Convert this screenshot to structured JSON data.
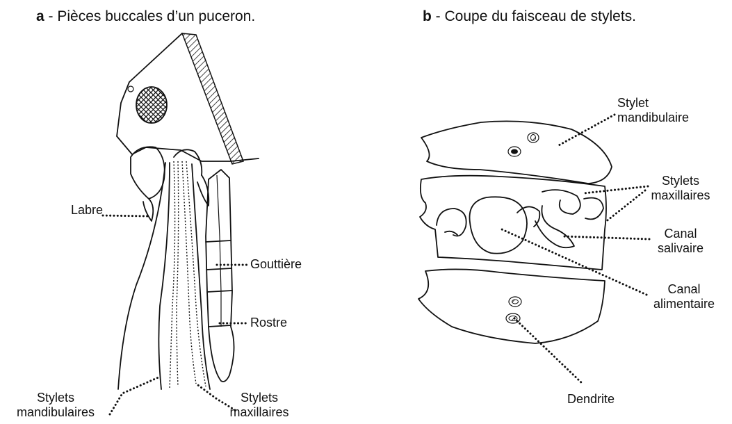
{
  "panel_a": {
    "letter": "a",
    "title": " - Pièces buccales d’un puceron.",
    "labels": {
      "labre": "Labre",
      "gouttiere": "Gouttière",
      "rostre": "Rostre",
      "stylets_mand_1": "Stylets",
      "stylets_mand_2": "mandibulaires",
      "stylets_max_1": "Stylets",
      "stylets_max_2": "maxillaires"
    }
  },
  "panel_b": {
    "letter": "b",
    "title": " - Coupe du faisceau de stylets.",
    "labels": {
      "stylet_mand_1": "Stylet",
      "stylet_mand_2": "mandibulaire",
      "stylets_max_1": "Stylets",
      "stylets_max_2": "maxillaires",
      "canal_sal_1": "Canal",
      "canal_sal_2": "salivaire",
      "canal_alim_1": "Canal",
      "canal_alim_2": "alimentaire",
      "dendrite": "Dendrite"
    }
  }
}
